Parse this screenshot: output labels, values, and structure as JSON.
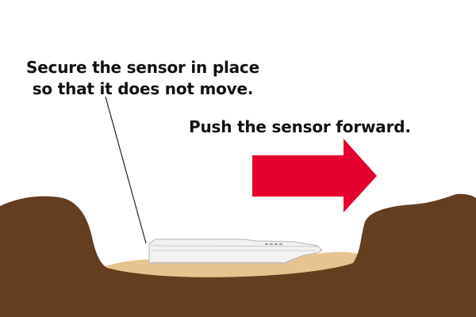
{
  "instructions": {
    "secure_line1": "Secure the sensor in place",
    "secure_line2": "so that it does not move.",
    "push": "Push the sensor forward."
  },
  "colors": {
    "soil": "#653d1f",
    "sand": "#e7c48f",
    "arrow": "#e6002d",
    "sensor_body": "#f2f2f2",
    "sensor_outline": "#b3b3b3",
    "text": "#111111"
  },
  "icons": {
    "direction": "right-arrow-icon"
  }
}
